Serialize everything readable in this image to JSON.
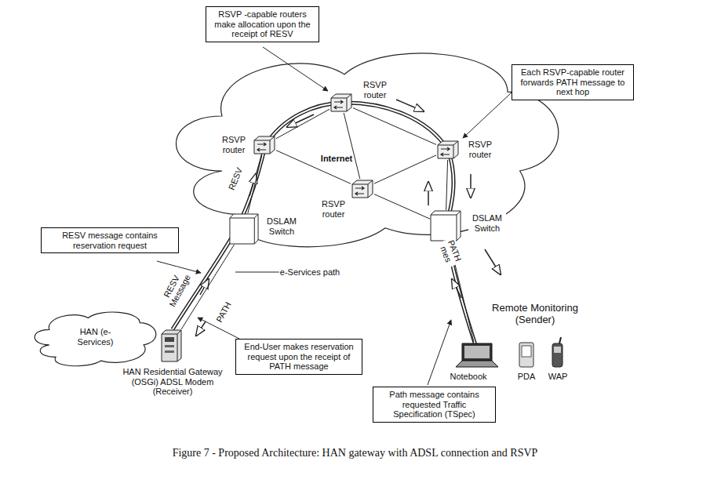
{
  "diagram": {
    "caption": "Figure 7 - Proposed Architecture: HAN gateway with ADSL connection and RSVP",
    "nodes": [
      {
        "text": [
          "RSVP -capable routers make allocation upon the receipt of RESV"
        ]
      },
      {
        "text": [
          "Each RSVP-capable router forwards PATH message to next hop"
        ]
      },
      {
        "text": [
          "Internet"
        ]
      },
      {
        "text": [
          "RSVP router"
        ],
        "in": 2
      },
      {
        "text": [
          "RSVP router"
        ],
        "in": 2
      },
      {
        "text": [
          "RSVP router"
        ],
        "in": 2
      },
      {
        "text": [
          "RSVP router"
        ],
        "in": 2
      },
      {
        "text": [
          "DSLAM Switch"
        ]
      },
      {
        "text": [
          "DSLAM Switch"
        ]
      },
      {
        "text": [
          "RESV message contains reservation request"
        ]
      },
      {
        "text": [
          "HAN (e-Services)"
        ]
      },
      {
        "text": [
          "HAN Residential Gateway (OSGi) ADSL Modem (Receiver)"
        ]
      },
      {
        "text": [
          "End-User makes reservation request upon the receipt of PATH message"
        ]
      },
      {
        "text": [
          "Remote Monitoring (Sender)"
        ]
      },
      {
        "text": [
          "Path message contains requested Traffic Specification (TSpec)"
        ]
      }
    ],
    "edges": [
      {
        "from": 3,
        "to": 4,
        "arrow": "none"
      },
      {
        "from": 3,
        "to": 5,
        "arrow": "none"
      },
      {
        "from": 3,
        "to": 6,
        "arrow": "none"
      },
      {
        "from": 4,
        "to": 6,
        "arrow": "none"
      },
      {
        "from": 6,
        "to": 5,
        "arrow": "none"
      },
      {
        "from": 7,
        "to": 4,
        "arrow": "none"
      },
      {
        "from": 8,
        "to": 5,
        "arrow": "none"
      },
      {
        "from": 8,
        "to": 6,
        "arrow": "none"
      },
      {
        "from": 11,
        "to": 7,
        "arrow": "none"
      },
      {
        "from": 8,
        "to": 13,
        "arrow": "none"
      }
    ],
    "labels": [
      "RESV",
      "e-Services path",
      "RESV Message",
      "PATH",
      "PATH mes",
      "Notebook",
      "PDA",
      "WAP"
    ]
  }
}
